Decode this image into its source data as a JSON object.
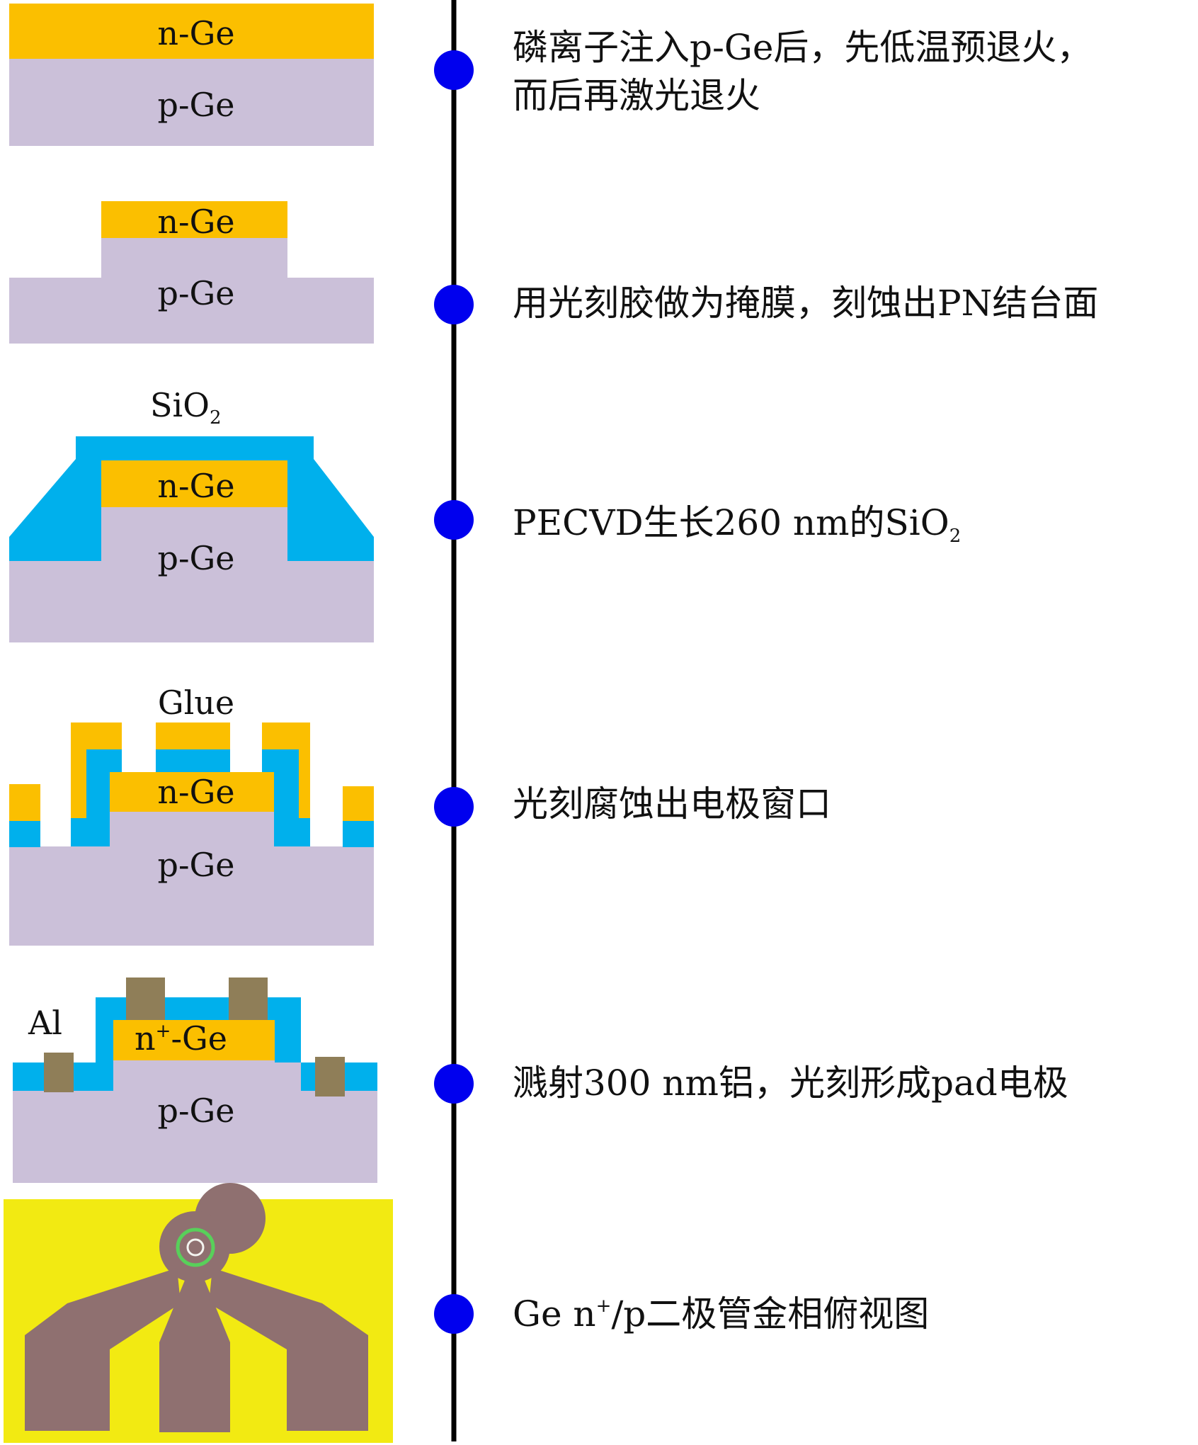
{
  "colors": {
    "n_ge": "#fbbf00",
    "p_ge": "#cbc0d9",
    "sio2": "#00b0ec",
    "al": "#8f7e58",
    "timeline": "#000000",
    "marker": "#0000ee",
    "photo_bg": "#f2ea12",
    "photo_metal": "#8f7070",
    "photo_ring": "#58d05a"
  },
  "layers": {
    "n_ge": "n-Ge",
    "p_ge": "p-Ge",
    "sio2_main": "SiO",
    "sio2_sub": "2",
    "glue": "Glue",
    "al": "Al",
    "nplus_n": "n",
    "nplus_sup": "+",
    "nplus_rest": "-Ge"
  },
  "steps": [
    {
      "line1": "磷离子注入p-Ge后，先低温预退火，",
      "line2": "而后再激光退火"
    },
    {
      "line1": "用光刻胶做为掩膜，刻蚀出PN结台面"
    },
    {
      "line1": "PECVD生长260 nm的SiO",
      "sub": "2"
    },
    {
      "line1": "光刻腐蚀出电极窗口"
    },
    {
      "line1": "溅射300 nm铝，光刻形成pad电极"
    },
    {
      "prefix": "Ge n",
      "sup": "+",
      "rest": "/p二极管金相俯视图"
    }
  ]
}
